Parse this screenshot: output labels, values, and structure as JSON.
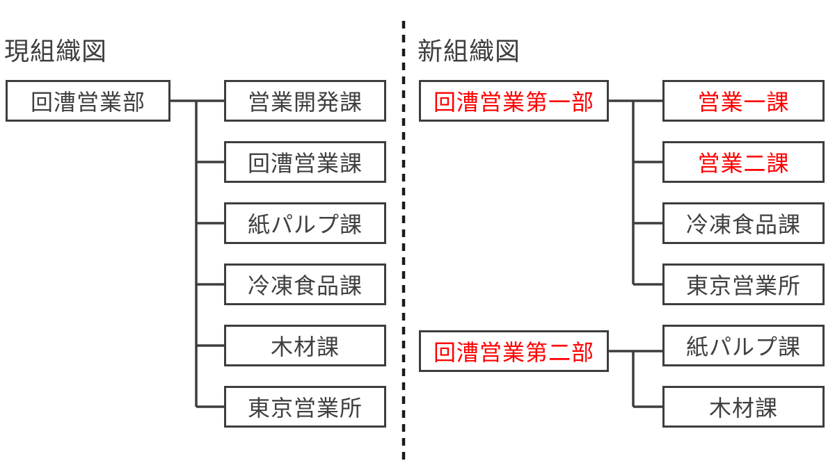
{
  "diagram": {
    "type": "org-chart-comparison",
    "colors": {
      "box_border": "#3d3d3d",
      "connector_line": "#3d3d3d",
      "divider": "#1a1a1a",
      "text_dark": "#404040",
      "text_red": "#ff0000",
      "background": "#ffffff"
    },
    "current": {
      "title": "現組織図",
      "parent": {
        "label": "回漕営業部",
        "color": "dark"
      },
      "children": [
        {
          "label": "営業開発課",
          "color": "dark"
        },
        {
          "label": "回漕営業課",
          "color": "dark"
        },
        {
          "label": "紙パルプ課",
          "color": "dark"
        },
        {
          "label": "冷凍食品課",
          "color": "dark"
        },
        {
          "label": "木材課",
          "color": "dark"
        },
        {
          "label": "東京営業所",
          "color": "dark"
        }
      ]
    },
    "new": {
      "title": "新組織図",
      "groups": [
        {
          "parent": {
            "label": "回漕営業第一部",
            "color": "red"
          },
          "children": [
            {
              "label": "営業一課",
              "color": "red"
            },
            {
              "label": "営業二課",
              "color": "red"
            },
            {
              "label": "冷凍食品課",
              "color": "dark"
            },
            {
              "label": "東京営業所",
              "color": "dark"
            }
          ]
        },
        {
          "parent": {
            "label": "回漕営業第二部",
            "color": "red"
          },
          "children": [
            {
              "label": "紙パルプ課",
              "color": "dark"
            },
            {
              "label": "木材課",
              "color": "dark"
            }
          ]
        }
      ]
    }
  }
}
